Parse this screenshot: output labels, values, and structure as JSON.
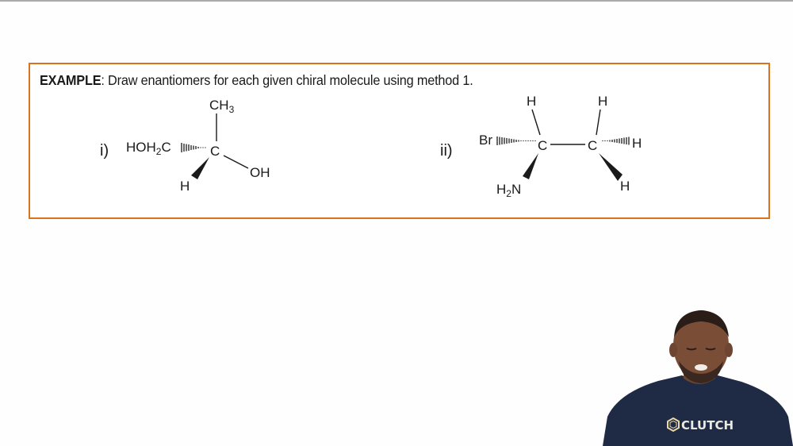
{
  "example": {
    "label": "EXAMPLE",
    "separator": ":",
    "prompt": " Draw enantiomers for each given chiral molecule using method 1.",
    "border_color": "#d9731d"
  },
  "molecules": [
    {
      "index_label": "i)",
      "center_atom": "C",
      "top_group": "CH",
      "top_group_sub": "3",
      "left_group_main": "HOH",
      "left_group_sub": "2",
      "left_group_tail": "C",
      "right_group": "OH",
      "bottom_group": "H"
    },
    {
      "index_label": "ii)",
      "left_carbon": "C",
      "right_carbon": "C",
      "left_top": "H",
      "left_dash": "Br",
      "left_wedge_main": "H",
      "left_wedge_sub": "2",
      "left_wedge_tail": "N",
      "right_top": "H",
      "right_dash": "H",
      "right_wedge": "H"
    }
  ],
  "presenter": {
    "shirt_logo_text": "CLUTCH",
    "shirt_color": "#1f2a44",
    "logo_color": "#e9d9a6"
  }
}
